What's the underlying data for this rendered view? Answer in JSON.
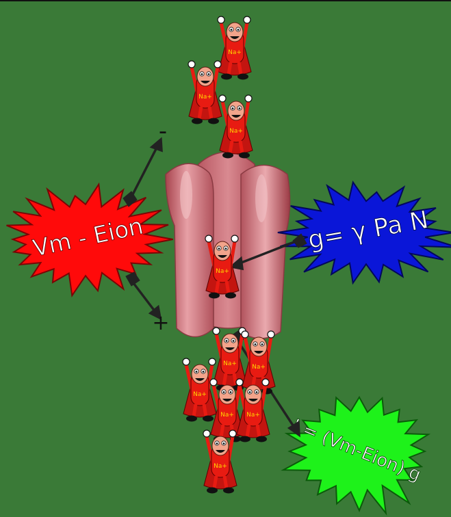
{
  "diagram": {
    "colors": {
      "background": "#3a7a37",
      "channel": "#cc6f78",
      "driving_force_burst": "#ff0a0a",
      "conductance_burst": "#0a16d8",
      "current_burst": "#1ef21a",
      "arrow": "#222222",
      "ion_body": "#e81b12"
    },
    "driving_force": {
      "text": "Vm - Eion"
    },
    "conductance": {
      "text": "g= γ Pa N"
    },
    "current": {
      "text": "I = (Vm-Eion) g"
    },
    "polarity": {
      "minus": "-",
      "plus": "+"
    },
    "ion_label": "Na+"
  }
}
